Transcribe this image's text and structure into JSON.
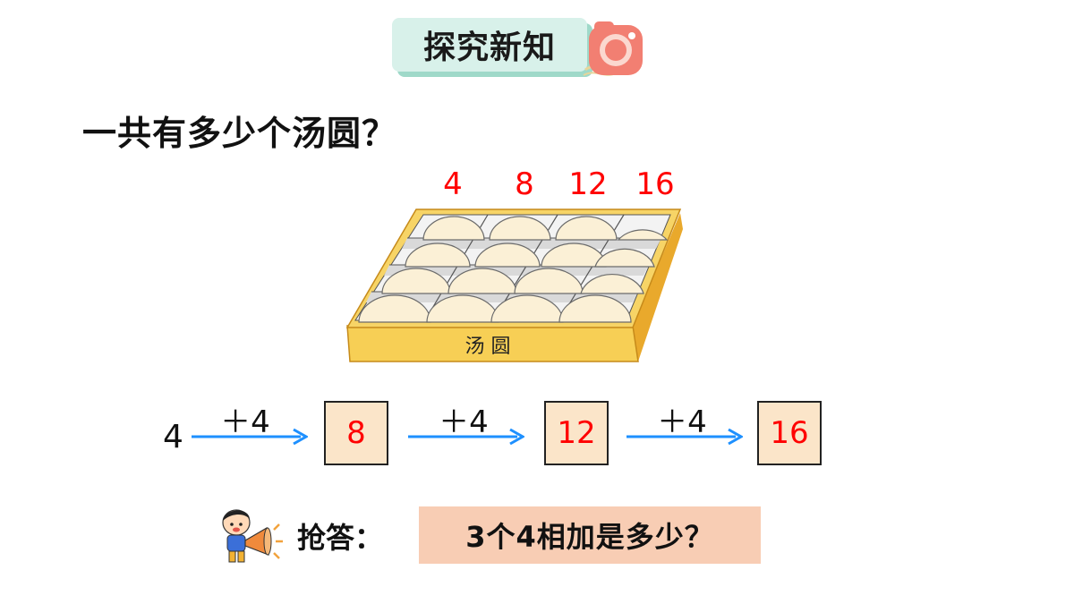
{
  "header": {
    "title": "探究新知",
    "icon": "camera-icon"
  },
  "question": "一共有多少个汤圆？",
  "counts": [
    "4",
    "8",
    "12",
    "16"
  ],
  "tray": {
    "label": "汤 圆",
    "rows": 4,
    "cols": 4
  },
  "sequence": {
    "start": "4",
    "steps": [
      {
        "op": "＋4",
        "result": "8"
      },
      {
        "op": "＋4",
        "result": "12"
      },
      {
        "op": "＋4",
        "result": "16"
      }
    ]
  },
  "quiz": {
    "label": "抢答：",
    "prompt": "3个4相加是多少？",
    "icon": "kid-megaphone-icon"
  },
  "colors": {
    "accent_red": "#ff0000",
    "arrow_blue": "#1e90ff",
    "box_fill": "#fbe5c9",
    "answer_fill": "#f8cdb4",
    "badge_fill": "#d8f1ea",
    "badge_shadow": "#9fd9c9",
    "tray_yellow": "#f7cf55"
  }
}
